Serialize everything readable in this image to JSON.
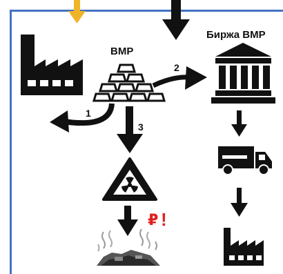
{
  "labels": {
    "bmr": "ВМР",
    "exchange": "Биржа ВМР"
  },
  "steps": [
    "1",
    "2",
    "3"
  ],
  "symbols": {
    "ruble": "₽",
    "exclamation": "!"
  },
  "colors": {
    "frame": "#4472c4",
    "incoming_arrow_gold": "#f0b429",
    "ink": "#111111",
    "accent_red": "#e02020"
  },
  "icons": [
    "factory-icon",
    "gold-bars-icon",
    "bank-exchange-icon",
    "truck-icon",
    "small-factory-icon",
    "radiation-warning-icon",
    "landfill-icon"
  ]
}
